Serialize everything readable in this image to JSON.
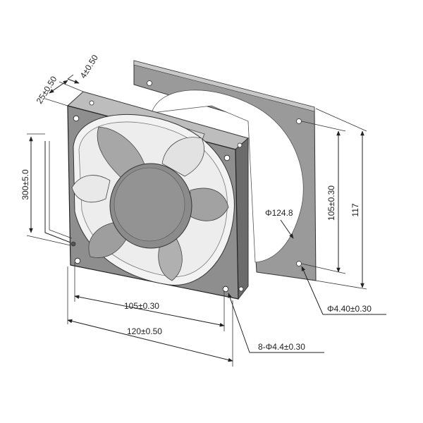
{
  "diagram": {
    "subject": "axial cooling fan, 120 mm frame, isometric dimension drawing",
    "colors": {
      "frame_front": "#8e8e8e",
      "frame_dark": "#6b6b6b",
      "frame_light": "#bdbdbd",
      "back_plate": "#9a9a9a",
      "blade": "#a7a7a7",
      "blade_light": "#e6e6e6",
      "hub": "#8b8b8b",
      "line": "#222222"
    },
    "dimensions": {
      "thickness": "25±0.50",
      "flange": "4±0.50",
      "lead_length": "300±5.0",
      "diameter": "Φ124.8",
      "hole_spacing_vertical": "105±0.30",
      "frame_height": "117",
      "hole_dia_back": "Φ4.40±0.30",
      "hole_spacing_horizontal": "105±0.30",
      "frame_width": "120±0.50",
      "holes_front": "8-Φ4.4±0.30"
    }
  }
}
